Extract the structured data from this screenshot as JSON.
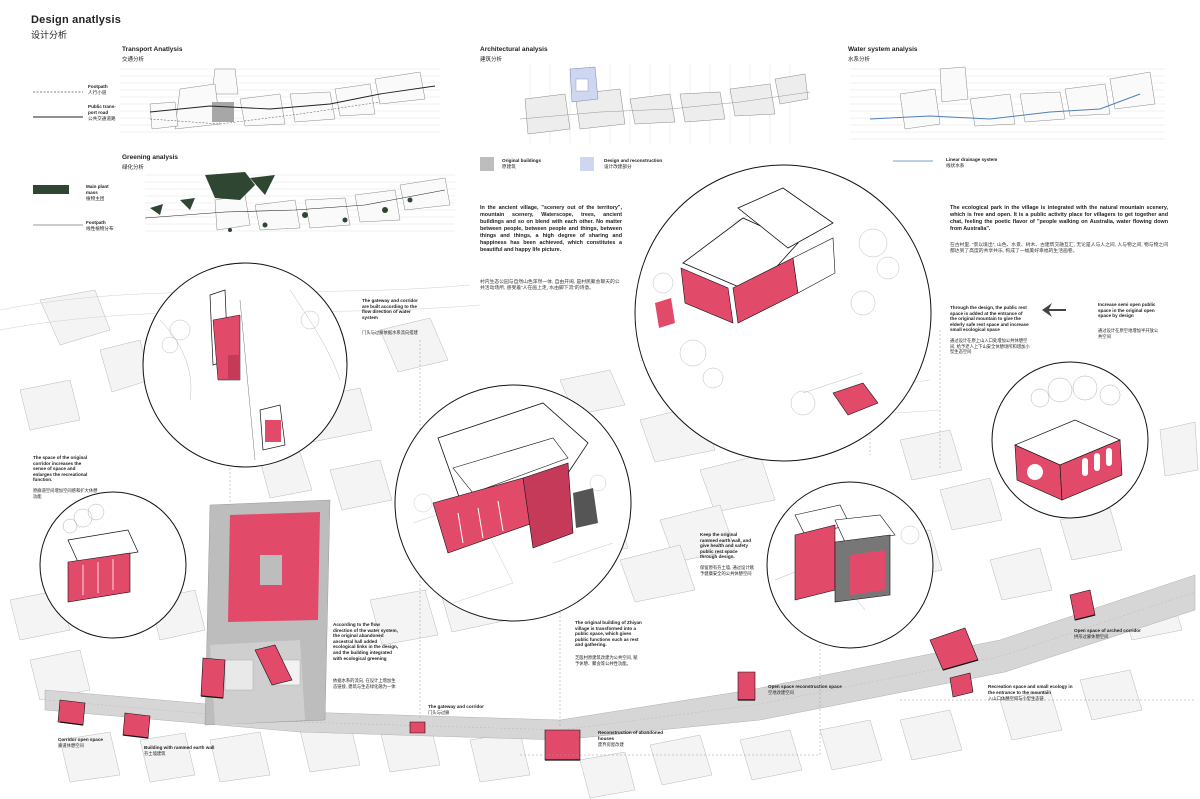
{
  "header": {
    "title": "Design anatlysis",
    "subtitle_cn": "设计分析"
  },
  "colors": {
    "accent": "#e24a6a",
    "gray": "#bdbdbd",
    "line": "#9a9a9a",
    "blue": "#cfd6ef",
    "green": "#2e4632",
    "water": "#4f7fb8"
  },
  "transport": {
    "title": "Transport Anatlysis",
    "title_cn": "交通分析"
  },
  "greening": {
    "title": "Greening analysis",
    "title_cn": "绿化分析"
  },
  "architectural": {
    "title": "Architectural analysis",
    "title_cn": "建筑分析"
  },
  "water": {
    "title": "Water system analysis",
    "title_cn": "水系分析"
  },
  "legend": {
    "footpath": "Footpath",
    "footpath_cn": "人行小道",
    "public_road": "Public trans-port road",
    "public_road_cn": "公共交通道路",
    "main_plant": "Main plant mass",
    "main_plant_cn": "植物主团",
    "plant_footpath": "Footpath",
    "plant_footpath_cn": "线性植物分布",
    "original_buildings": "Original buildings",
    "original_buildings_cn": "原建筑",
    "design_reconstruction": "Design and reconstruction",
    "design_reconstruction_cn": "设计改建部分",
    "linear_drainage": "Linear drainage system",
    "linear_drainage_cn": "线状水系"
  },
  "text_mid": {
    "en": "In the ancient village, \"scenery out of the territory\", mountain scenery, Waterscope, trees, ancient buildings and so on blend with each other. No matter between people, between people and things, between things and things, a high degree of sharing and happiness has been achieved, which constitutes a beautiful and happy life picture.",
    "cn": "村内生态公园与自然山色浑然一体, 自由开阔, 是村民聚会聊天的公共活动场所, 感受着“人在画上走, 水由脚下流”的诗意。"
  },
  "text_right": {
    "en": "The ecological park in the village is integrated with the natural mountain scenery, which is free and open. It is a public activity place for villagers to get together and chat, feeling the poetic flavor of \"people walking on Australia, water flowing down from Australia\".",
    "cn": "在古村里, “景以境出”, 山色、水景、树木、古建筑交融互汇, 无论是人与人之间, 人与物之间, 物与物之间都达到了高度的共享共乐, 构成了一幅美好幸福的生活画卷。"
  },
  "annotations": {
    "gateway": {
      "en": "The gateway and corridor are built according to the flow direction of water system",
      "cn": "门头与过廊依据水系流向搭建"
    },
    "corridor_space": {
      "en": "The space of the original corridor increases the sense of space and enlarges the recreational function.",
      "cn": "原廊道空间增加空间感和扩大休憩功能"
    },
    "flow": {
      "en": "According to the flow direction of the water system, the original abandoned ancestral hall added ecological links in the design, and the building integrated with ecological greening",
      "cn": "依据水系的流向, 在设计上增加生态链接, 建筑与生态绿化融为一体"
    },
    "zhiyan": {
      "en": "The original building of Zhiyan village is transformed into a public space, which gives public functions such as rest and gathering.",
      "cn": "芝殷村原建筑改建为公共空间, 赋予休憩、聚会等公共性功能。"
    },
    "rammed": {
      "en": "Keep the original rammed earth wall, and give health and safety public rest space through design.",
      "cn": "保留原有夯土墙, 通过设计赋予健康安全的公共休憩空间"
    },
    "through": {
      "en": "Through the design, the public rest space is added at the entrance of the original mountain to give the elderly safe rest space and increase small ecological space",
      "cn": "通过设计在原上山入口处增加公共休憩空间, 给予老人上下山安全休憩场所和增加小型生态空间"
    },
    "increase": {
      "en": "Increase semi open public space in the original open space by design",
      "cn": "通过设计在原空地增加半开放公共空间"
    }
  },
  "labels": {
    "corridor_open": {
      "en": "Corridor open space",
      "cn": "廊道休憩空间"
    },
    "rammed_wall": {
      "en": "Building with rammed earth wall",
      "cn": "夯土墙建筑"
    },
    "gateway_corridor": {
      "en": "The gateway and corridor",
      "cn": "门头与过廊"
    },
    "reconstruction": {
      "en": "Reconstruction of abandoned houses",
      "cn": "废弃房屋改建"
    },
    "open_space": {
      "en": "Open space reconstruction space",
      "cn": "空地改建空间"
    },
    "recreation": {
      "en": "Recreation space and small ecology in the entrance to the mountain",
      "cn": "入山口休憩空间与小型生态链"
    },
    "arched": {
      "en": "Open space of arched corridor",
      "cn": "拱形过廊休憩空间"
    }
  }
}
